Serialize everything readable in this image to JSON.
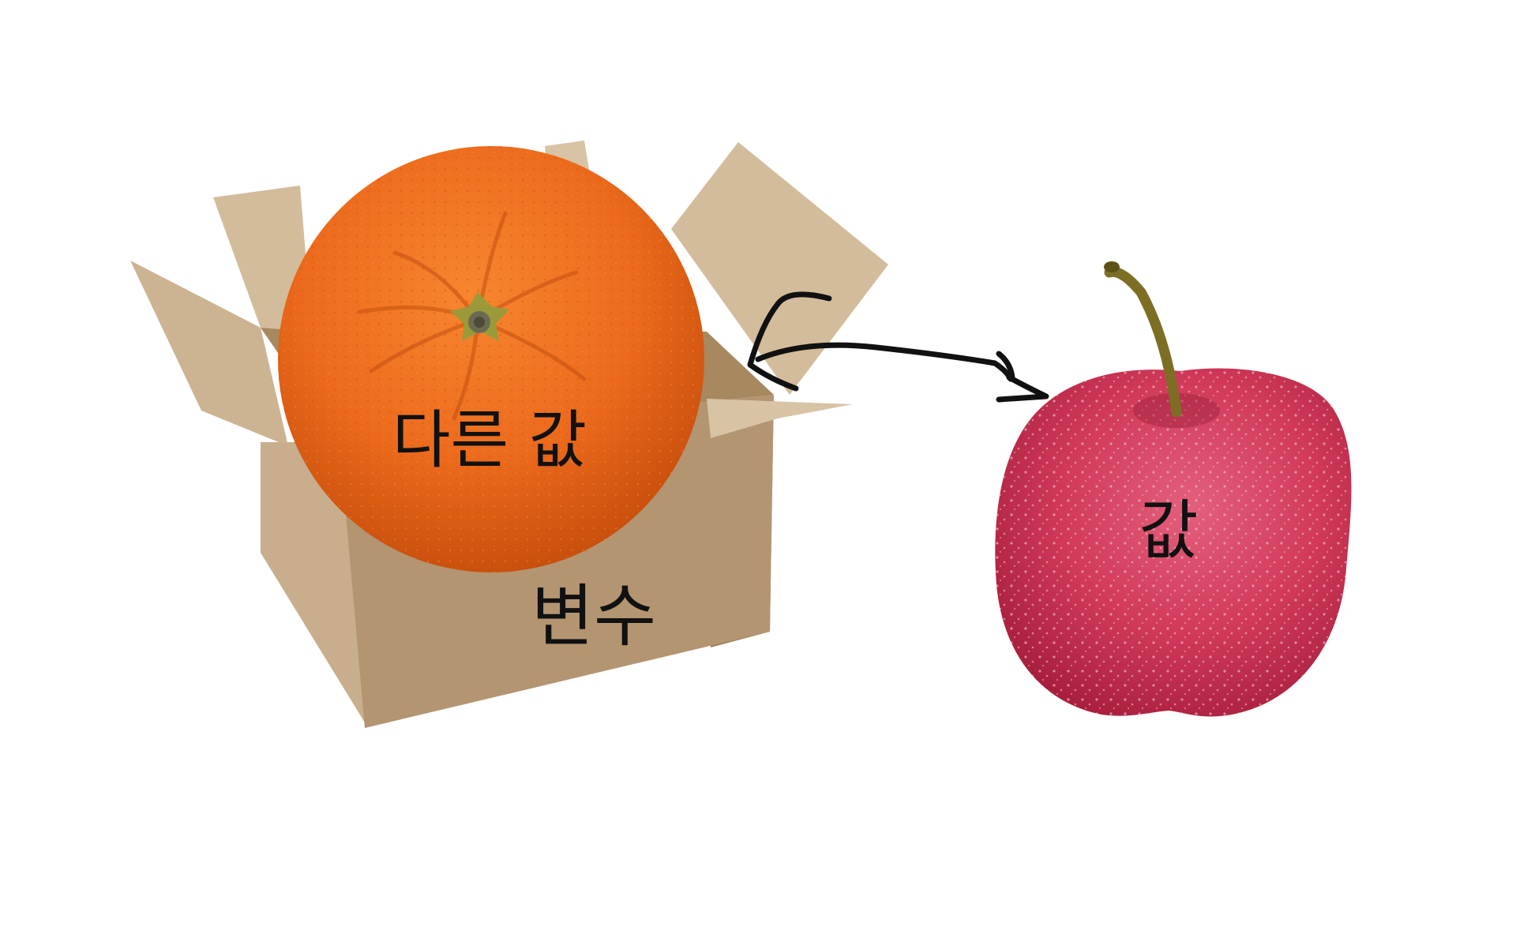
{
  "labels": {
    "orange_label": "다른 값",
    "box_label": "변수",
    "apple_label": "값"
  },
  "colors": {
    "background": "#ffffff",
    "box_front": "#b39571",
    "box_side": "#c8ae8c",
    "box_flap": "#d3bc9c",
    "box_inside": "#a7885f",
    "orange": "#ec6a1c",
    "orange_dark": "#c9500d",
    "apple": "#d23a5a",
    "apple_dark": "#a81f3d",
    "stem": "#8a7a2a",
    "arrow": "#111111",
    "text": "#111111"
  },
  "icons": {
    "box": "open-cardboard-box-icon",
    "orange": "orange-fruit-icon",
    "apple": "apple-fruit-icon",
    "arrow": "swap-arrow-icon"
  }
}
